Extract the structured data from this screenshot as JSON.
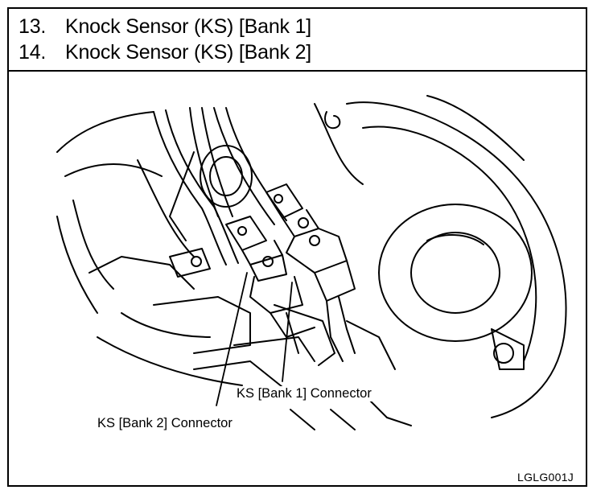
{
  "title": {
    "lines": [
      {
        "number": "13.",
        "text": "Knock Sensor (KS) [Bank 1]"
      },
      {
        "number": "14.",
        "text": "Knock Sensor (KS) [Bank 2]"
      }
    ]
  },
  "callouts": {
    "bank1_connector": "KS [Bank 1] Connector",
    "bank2_connector": "KS [Bank 2] Connector"
  },
  "figure_code": "LGLG001J"
}
